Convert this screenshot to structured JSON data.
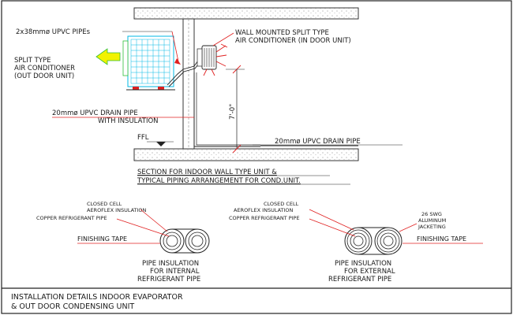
{
  "labels": {
    "pipes_top": "2x38mmø UPVC PIPEs",
    "outdoor_l1": "SPLIT TYPE",
    "outdoor_l2": "AIR CONDITIONER",
    "outdoor_l3": "(OUT DOOR UNIT)",
    "indoor_l1": "WALL MOUNTED SPLIT TYPE",
    "indoor_l2": "AIR CONDITIONER (IN DOOR UNIT)",
    "drain_l1": "20mmø UPVC DRAIN PIPE",
    "drain_l2": "WITH INSULATION",
    "ffl": "FFL",
    "drain_floor": "20mmø UPVC DRAIN PIPE",
    "height_dim": "7'-0\"",
    "section_l1": "SECTION FOR INDOOR WALL TYPE UNIT &",
    "section_l2": "TYPICAL PIPING ARRANGEMENT FOR COND.UNIT."
  },
  "left_detail": {
    "closed_cell_l1": "CLOSED CELL",
    "closed_cell_l2": "AEROFLEX INSULATION",
    "copper": "COPPER REFRIGERANT PIPE",
    "tape": "FINISHING TAPE",
    "cap_l1": "PIPE INSULATION",
    "cap_l2": "FOR INTERNAL",
    "cap_l3": "REFRIGERANT PIPE"
  },
  "right_detail": {
    "closed_cell_l1": "CLOSED CELL",
    "closed_cell_l2": "AEROFLEX INSULATION",
    "copper": "COPPER REFRIGERANT PIPE",
    "swg_l1": "26 SWG",
    "swg_l2": "ALUMINUM",
    "swg_l3": "JACKETING",
    "tape": "FINISHING TAPE",
    "cap_l1": "PIPE INSULATION",
    "cap_l2": "FOR EXTERNAL",
    "cap_l3": "REFRIGERANT PIPE"
  },
  "title": {
    "l1": "INSTALLATION DETAILS INDOOR EVAPORATOR",
    "l2": "& OUT DOOR CONDENSING UNIT"
  },
  "colors": {
    "line": "#1a1a1a",
    "red": "#e02020",
    "cyan": "#00b8e6",
    "green": "#2fbf3a",
    "yellow": "#f2f200",
    "gray": "#888888"
  }
}
